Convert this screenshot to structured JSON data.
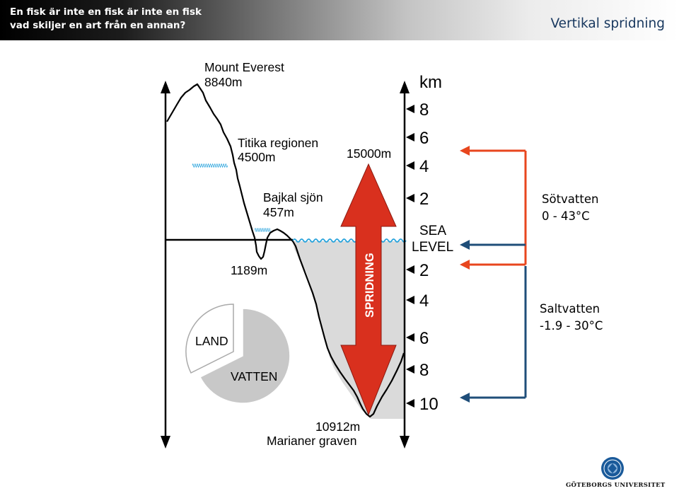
{
  "header": {
    "line1": "En fisk är inte en fisk är inte en fisk",
    "line2": "vad skiljer en art från en annan?",
    "slide_title": "Vertikal spridning"
  },
  "labels": {
    "everest_name": "Mount Everest",
    "everest_height": "8840m",
    "titicaca_name": "Titika regionen",
    "titicaca_height": "4500m",
    "baikal_name": "Bajkal sjön",
    "baikal_height": "457m",
    "baikal_depth": "1189m",
    "range": "15000m",
    "spread": "SPRIDNING",
    "trench_depth": "10912m",
    "trench_name": "Marianer graven",
    "pie_land": "LAND",
    "pie_water": "VATTEN"
  },
  "scale": {
    "unit": "km",
    "sea_level_line1": "SEA",
    "sea_level_line2": "LEVEL",
    "above": [
      "8",
      "6",
      "4",
      "2"
    ],
    "below": [
      "2",
      "4",
      "6",
      "8",
      "10"
    ]
  },
  "freshwater": {
    "title": "Sötvatten",
    "range": "0 - 43°C"
  },
  "saltwater": {
    "title": "Saltvatten",
    "range": "-1.9 - 30°C"
  },
  "logo": {
    "text": "GÖTEBORGS UNIVERSITET"
  },
  "colors": {
    "freshwater_bracket": "#e8461e",
    "saltwater_bracket": "#1f4e79",
    "spread_arrow": "#d9301e",
    "water_wave": "#29a3dc",
    "water_fill": "#dadada"
  }
}
